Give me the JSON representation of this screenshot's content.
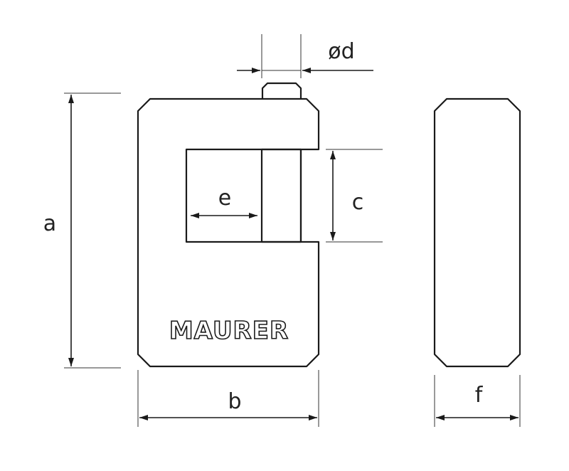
{
  "diagram": {
    "labels": {
      "a": "a",
      "b": "b",
      "c": "c",
      "d": "ød",
      "e": "e",
      "f": "f"
    },
    "logo": "MAURER",
    "colors": {
      "outline": "#1a1a1a",
      "dimension": "#333333",
      "background": "#ffffff"
    }
  }
}
